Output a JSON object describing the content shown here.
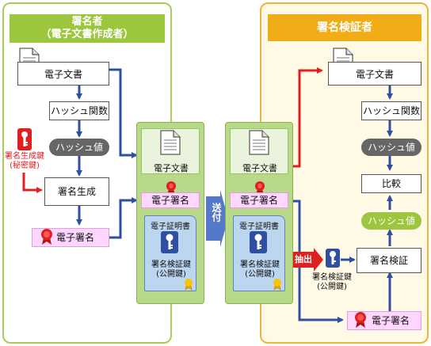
{
  "signer": {
    "title_line1": "署名者",
    "title_line2": "（電子文書作成者）",
    "document": "電子文書",
    "hash_function": "ハッシュ関数",
    "hash_value": "ハッシュ値",
    "private_key_line1": "署名生成鍵",
    "private_key_line2": "(秘密鍵)",
    "sign_generate": "署名生成",
    "signature": "電子署名"
  },
  "package_sent": {
    "document": "電子文書",
    "signature": "電子署名",
    "certificate_title": "電子証明書",
    "public_key_line1": "署名検証鍵",
    "public_key_line2": "(公開鍵)"
  },
  "send_label": "送付",
  "package_received": {
    "document": "電子文書",
    "signature": "電子署名",
    "certificate_title": "電子証明書",
    "public_key_line1": "署名検証鍵",
    "public_key_line2": "(公開鍵)"
  },
  "verifier": {
    "title": "署名検証者",
    "document": "電子文書",
    "hash_function": "ハッシュ関数",
    "hash_value_top": "ハッシュ値",
    "compare": "比較",
    "hash_value_bottom": "ハッシュ値",
    "verify": "署名検証",
    "extract_label": "抽出",
    "public_key_line1": "署名検証鍵",
    "public_key_line2": "(公開鍵)",
    "signature": "電子署名"
  },
  "colors": {
    "arrow_blue": "#2f4fa0",
    "arrow_red": "#e02020",
    "signer_green": "#9cc63d",
    "verifier_orange": "#f0ad17"
  }
}
